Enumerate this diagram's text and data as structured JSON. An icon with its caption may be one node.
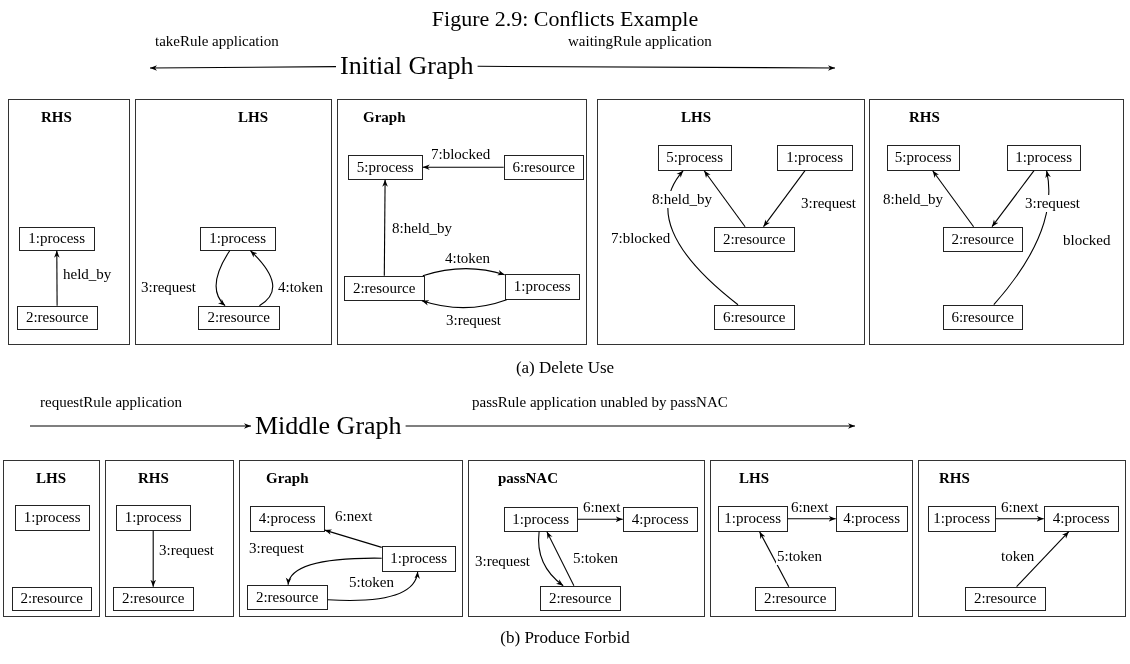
{
  "diagram": {
    "title": "Figure 2.9: Conflicts Example",
    "nodes": [
      {
        "text": [
          "Initial Graph"
        ]
      },
      {
        "text": [
          "RHS"
        ]
      },
      {
        "text": [
          "1:process"
        ],
        "in": 1
      },
      {
        "text": [
          "2:resource"
        ],
        "in": 1
      },
      {
        "text": [
          "LHS"
        ]
      },
      {
        "text": [
          "1:process"
        ],
        "in": 4
      },
      {
        "text": [
          "2:resource"
        ],
        "in": 4
      },
      {
        "text": [
          "Graph"
        ]
      },
      {
        "text": [
          "5:process"
        ],
        "in": 7
      },
      {
        "text": [
          "6:resource"
        ],
        "in": 7
      },
      {
        "text": [
          "2:resource"
        ],
        "in": 7
      },
      {
        "text": [
          "1:process"
        ],
        "in": 7
      },
      {
        "text": [
          "LHS"
        ]
      },
      {
        "text": [
          "5:process"
        ],
        "in": 12
      },
      {
        "text": [
          "1:process"
        ],
        "in": 12
      },
      {
        "text": [
          "2:resource"
        ],
        "in": 12
      },
      {
        "text": [
          "6:resource"
        ],
        "in": 12
      },
      {
        "text": [
          "RHS"
        ]
      },
      {
        "text": [
          "5:process"
        ],
        "in": 17
      },
      {
        "text": [
          "1:process"
        ],
        "in": 17
      },
      {
        "text": [
          "2:resource"
        ],
        "in": 17
      },
      {
        "text": [
          "6:resource"
        ],
        "in": 17
      },
      {
        "text": [
          "Middle Graph"
        ]
      },
      {
        "text": [
          "LHS"
        ]
      },
      {
        "text": [
          "1:process"
        ],
        "in": 23
      },
      {
        "text": [
          "2:resource"
        ],
        "in": 23
      },
      {
        "text": [
          "RHS"
        ]
      },
      {
        "text": [
          "1:process"
        ],
        "in": 26
      },
      {
        "text": [
          "2:resource"
        ],
        "in": 26
      },
      {
        "text": [
          "Graph"
        ]
      },
      {
        "text": [
          "4:process"
        ],
        "in": 29
      },
      {
        "text": [
          "1:process"
        ],
        "in": 29
      },
      {
        "text": [
          "2:resource"
        ],
        "in": 29
      },
      {
        "text": [
          "passNAC"
        ]
      },
      {
        "text": [
          "1:process"
        ],
        "in": 33
      },
      {
        "text": [
          "4:process"
        ],
        "in": 33
      },
      {
        "text": [
          "2:resource"
        ],
        "in": 33
      },
      {
        "text": [
          "LHS"
        ]
      },
      {
        "text": [
          "1:process"
        ],
        "in": 37
      },
      {
        "text": [
          "4:process"
        ],
        "in": 37
      },
      {
        "text": [
          "2:resource"
        ],
        "in": 37
      },
      {
        "text": [
          "RHS"
        ]
      },
      {
        "text": [
          "1:process"
        ],
        "in": 41
      },
      {
        "text": [
          "4:process"
        ],
        "in": 41
      },
      {
        "text": [
          "2:resource"
        ],
        "in": 41
      }
    ],
    "edges": [
      {
        "from": 0,
        "to": null,
        "arrow": "to",
        "label": "takeRule application"
      },
      {
        "from": 0,
        "to": null,
        "arrow": "to",
        "label": "waitingRule application"
      },
      {
        "from": 3,
        "to": 2,
        "arrow": "to",
        "label": "held_by"
      },
      {
        "from": 5,
        "to": 6,
        "arrow": "to",
        "label": "3:request"
      },
      {
        "from": 6,
        "to": 5,
        "arrow": "to",
        "label": "4:token"
      },
      {
        "from": 9,
        "to": 8,
        "arrow": "to",
        "label": "7:blocked"
      },
      {
        "from": 10,
        "to": 8,
        "arrow": "to",
        "label": "8:held_by"
      },
      {
        "from": 10,
        "to": 11,
        "arrow": "to",
        "label": "4:token"
      },
      {
        "from": 11,
        "to": 10,
        "arrow": "to",
        "label": "3:request"
      },
      {
        "from": 15,
        "to": 13,
        "arrow": "to",
        "label": "8:held_by"
      },
      {
        "from": 14,
        "to": 15,
        "arrow": "to",
        "label": "3:request"
      },
      {
        "from": 16,
        "to": 13,
        "arrow": "to",
        "label": "7:blocked"
      },
      {
        "from": 20,
        "to": 18,
        "arrow": "to",
        "label": "8:held_by"
      },
      {
        "from": 19,
        "to": 20,
        "arrow": "to",
        "label": "3:request"
      },
      {
        "from": 21,
        "to": 19,
        "arrow": "to",
        "label": "blocked"
      },
      {
        "from": null,
        "to": 22,
        "arrow": "to",
        "label": "requestRule application"
      },
      {
        "from": 22,
        "to": null,
        "arrow": "to",
        "label": "passRule application unabled by passNAC"
      },
      {
        "from": 27,
        "to": 28,
        "arrow": "to",
        "label": "3:request"
      },
      {
        "from": 31,
        "to": 30,
        "arrow": "to",
        "label": "6:next"
      },
      {
        "from": 31,
        "to": 32,
        "arrow": "to",
        "label": "3:request"
      },
      {
        "from": 32,
        "to": 31,
        "arrow": "to",
        "label": "5:token"
      },
      {
        "from": 34,
        "to": 35,
        "arrow": "to",
        "label": "6:next"
      },
      {
        "from": 34,
        "to": 36,
        "arrow": "to",
        "label": "3:request"
      },
      {
        "from": 36,
        "to": 34,
        "arrow": "to",
        "label": "5:token"
      },
      {
        "from": 38,
        "to": 39,
        "arrow": "to",
        "label": "6:next"
      },
      {
        "from": 40,
        "to": 38,
        "arrow": "to",
        "label": "5:token"
      },
      {
        "from": 42,
        "to": 43,
        "arrow": "to",
        "label": "6:next"
      },
      {
        "from": 44,
        "to": 43,
        "arrow": "to",
        "label": "token"
      }
    ],
    "labels": [
      "(a) Delete Use",
      "(b) Produce Forbid"
    ]
  }
}
